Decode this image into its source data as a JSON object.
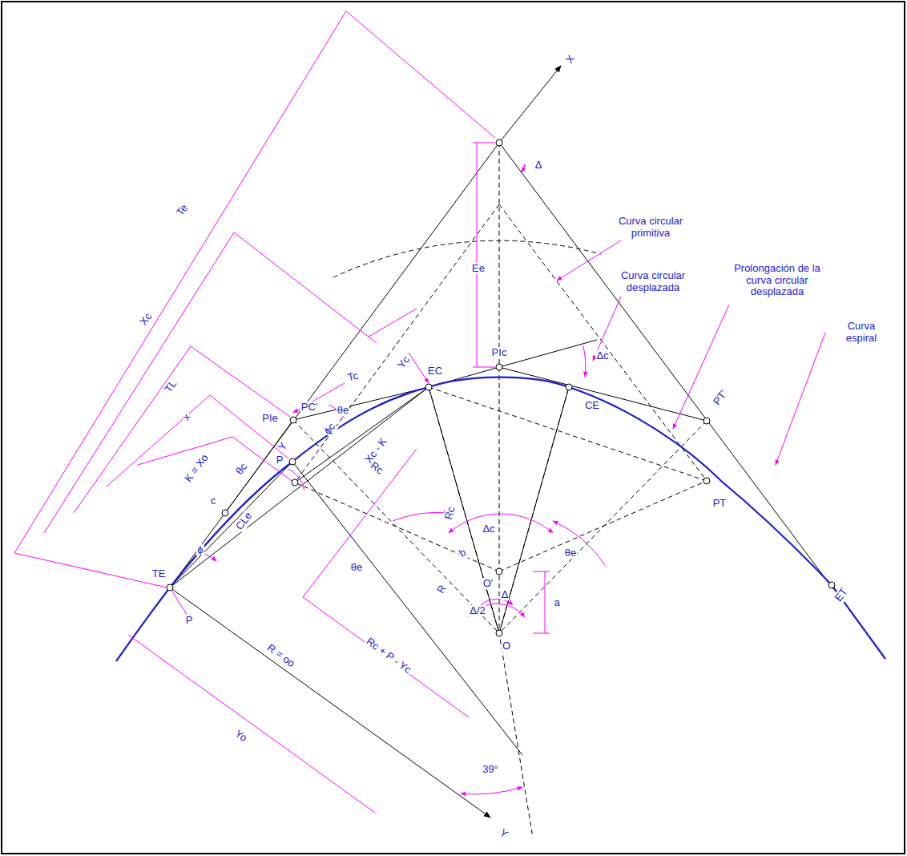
{
  "diagram": {
    "labels": [
      "X",
      "Δ",
      "Te",
      "Ee",
      "Curva circular primitiva",
      "Curva circular desplazada",
      "Xc",
      "Tc",
      "Yc",
      "Prolongación de la curva circular desplazada",
      "PC'",
      "θe",
      "EC",
      "PIc",
      "TL",
      "ϕc",
      "PIe",
      "Y",
      "Δc",
      "CE",
      "PT'",
      "Curva espiral",
      "x",
      "P",
      "Xc - K",
      "θc",
      "Rc",
      "Rc",
      "PT",
      "K = Xo",
      "Δc",
      "θe",
      "c",
      "CLe",
      "ϕ",
      "b",
      "O'",
      "Δ",
      "a",
      "Δ/2",
      "TE",
      "R",
      "P",
      "O",
      "Rc + P - Yc",
      "R = oo",
      "ET",
      "Yo",
      "39°",
      "Y",
      "θe"
    ]
  }
}
